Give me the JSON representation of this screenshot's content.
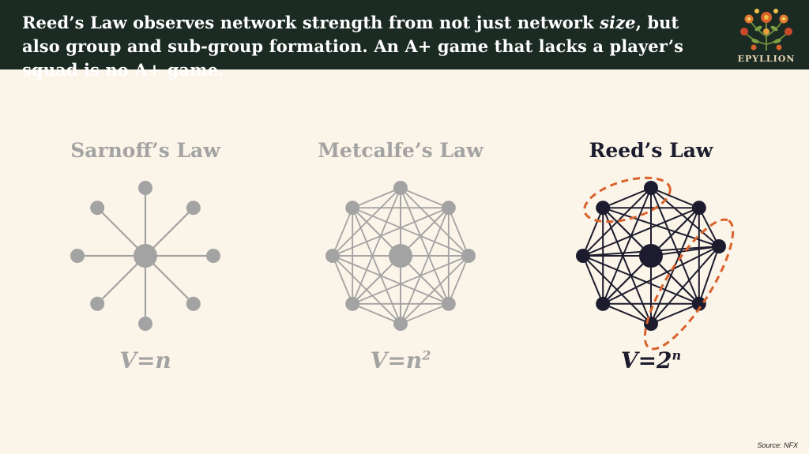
{
  "header": {
    "text_before_em": "Reed’s Law observes network strength from not just network ",
    "text_em": "size",
    "text_after_em": ", but also group and sub-group formation. An A+ game that lacks a player’s squad is no A+ game."
  },
  "logo": {
    "text": "EPYLLION"
  },
  "laws": [
    {
      "title": "Sarnoff’s Law",
      "formula_base": "V=n",
      "formula_sup": ""
    },
    {
      "title": "Metcalfe’s Law",
      "formula_base": "V=n",
      "formula_sup": "2"
    },
    {
      "title": "Reed’s Law",
      "formula_base": "V=2",
      "formula_sup": "n"
    }
  ],
  "colors": {
    "header_bg": "#1b2a22",
    "background": "#fbf4e8",
    "gray_network": "#a3a3a3",
    "dark_network": "#1c1c2e",
    "group_outline": "#d9622b"
  },
  "source": "Source: NFX"
}
